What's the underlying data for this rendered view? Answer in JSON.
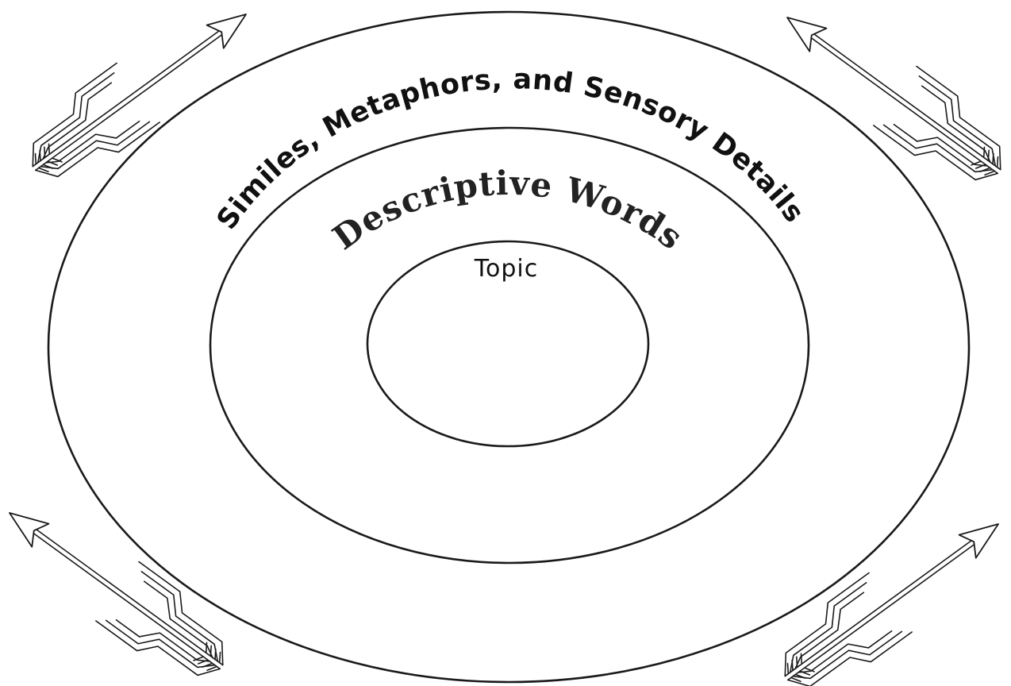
{
  "diagram": {
    "outer_ring_label": "Similes, Metaphors, and Sensory Details",
    "middle_ring_label": "Descriptive Words",
    "inner_circle_label": "Topic"
  },
  "decorations": {
    "arrow_icon": "fletched-arrow-icon",
    "arrow_count": 4
  }
}
